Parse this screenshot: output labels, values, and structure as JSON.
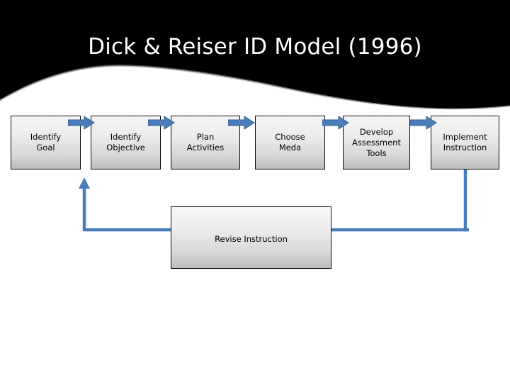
{
  "slide": {
    "title": "Dick & Reiser ID Model (1996)",
    "background_color": "#ffffff",
    "banner_color": "#000000"
  },
  "colors": {
    "connector_blue": "#4a7ebb",
    "arrow_fill": "#4a7ebb",
    "arrow_stroke": "#38608f",
    "box_border": "#0d0d0d",
    "box_gradient_top": "#f6f6f6",
    "box_gradient_bottom": "#bcbcbc",
    "title_text": "#ffffff",
    "box_text": "#000000"
  },
  "process": {
    "boxes": [
      {
        "id": "identify-goal",
        "label": "Identify\nGoal"
      },
      {
        "id": "identify-objective",
        "label": "Identify\nObjective"
      },
      {
        "id": "plan-activities",
        "label": "Plan\nActivities"
      },
      {
        "id": "choose-media",
        "label": "Choose\nMeda"
      },
      {
        "id": "develop-assessment",
        "label": "Develop\nAssessment\nTools"
      },
      {
        "id": "implement-instruction",
        "label": "Implement\nInstruction"
      }
    ],
    "arrows": [
      {
        "id": "arrow-1",
        "icon": "right-block-arrow-icon",
        "from": "identify-goal",
        "to": "identify-objective"
      },
      {
        "id": "arrow-2",
        "icon": "right-block-arrow-icon",
        "from": "identify-objective",
        "to": "plan-activities"
      },
      {
        "id": "arrow-3",
        "icon": "right-block-arrow-icon",
        "from": "plan-activities",
        "to": "choose-media"
      },
      {
        "id": "arrow-4",
        "icon": "right-block-arrow-icon",
        "from": "choose-media",
        "to": "develop-assessment"
      },
      {
        "id": "arrow-5",
        "icon": "right-block-arrow-icon",
        "from": "develop-assessment",
        "to": "implement-instruction"
      }
    ]
  },
  "feedback": {
    "box": {
      "id": "revise-instruction",
      "label": "Revise Instruction"
    },
    "connector": {
      "icon": "up-arrow-head-icon",
      "from": "implement-instruction",
      "to": "identify-goal"
    }
  }
}
